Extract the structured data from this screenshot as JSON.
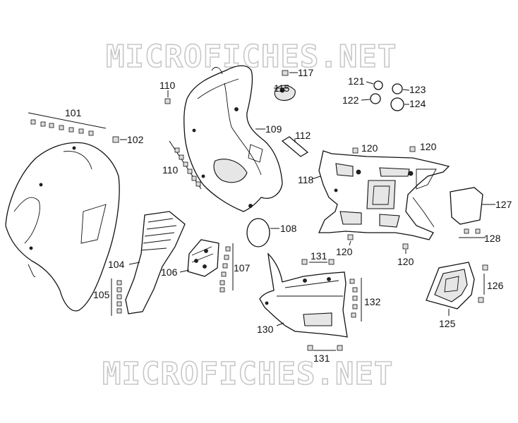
{
  "watermark": "MICROFICHES.NET",
  "labels": {
    "p101": "101",
    "p102": "102",
    "p104": "104",
    "p105": "105",
    "p106": "106",
    "p107": "107",
    "p108": "108",
    "p109": "109",
    "p110a": "110",
    "p110b": "110",
    "p112": "112",
    "p115": "115",
    "p117": "117",
    "p118": "118",
    "p120a": "120",
    "p120b": "120",
    "p120c": "120",
    "p120d": "120",
    "p121": "121",
    "p122": "122",
    "p123": "123",
    "p124": "124",
    "p125": "125",
    "p126": "126",
    "p127": "127",
    "p128": "128",
    "p130": "130",
    "p131a": "131",
    "p131b": "131",
    "p132": "132"
  }
}
